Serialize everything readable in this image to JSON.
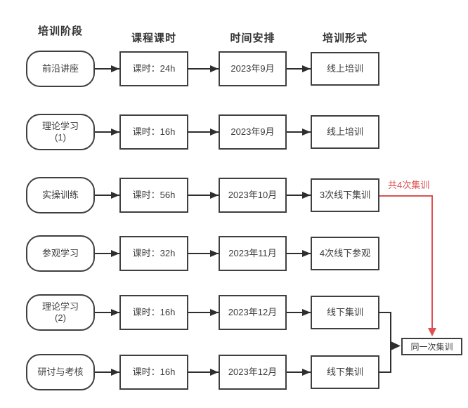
{
  "colors": {
    "accent_red": "#dd5151",
    "line_dark": "#2e2e2e",
    "box_border": "#3f3f3f",
    "text": "#3c3c3c"
  },
  "headers": [
    {
      "label": "培训阶段"
    },
    {
      "label": "课程课时"
    },
    {
      "label": "时间安排"
    },
    {
      "label": "培训形式"
    }
  ],
  "rows": [
    {
      "stage": "前沿讲座",
      "hours": "课时：24h",
      "time": "2023年9月",
      "form": "线上培训"
    },
    {
      "stage": "理论学习\n(1)",
      "hours": "课时：16h",
      "time": "2023年9月",
      "form": "线上培训"
    },
    {
      "stage": "实操训练",
      "hours": "课时：56h",
      "time": "2023年10月",
      "form": "3次线下集训"
    },
    {
      "stage": "参观学习",
      "hours": "课时：32h",
      "time": "2023年11月",
      "form": "4次线下参观"
    },
    {
      "stage": "理论学习\n(2)",
      "hours": "课时：16h",
      "time": "2023年12月",
      "form": "线下集训"
    },
    {
      "stage": "研讨与考核",
      "hours": "课时：16h",
      "time": "2023年12月",
      "form": "线下集训"
    }
  ],
  "annotation": {
    "label": "共4次集训"
  },
  "merge": {
    "label": "同一次集训"
  }
}
